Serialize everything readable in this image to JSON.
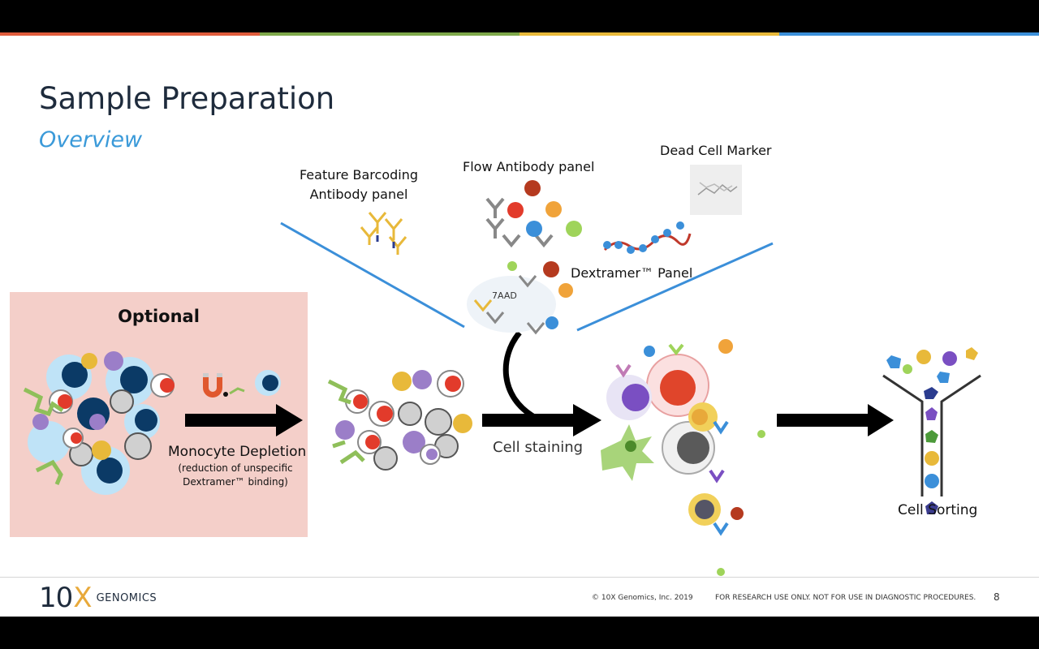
{
  "slide": {
    "title": "Sample Preparation",
    "subtitle": "Overview",
    "page_number": "8"
  },
  "top_bar_colors": [
    "#e05c3c",
    "#7ea84a",
    "#e8b93a",
    "#3b8fd9"
  ],
  "labels": {
    "optional": "Optional",
    "monocyte_depletion": "Monocyte Depletion",
    "depletion_note_line1": "(reduction of unspecific",
    "depletion_note_line2": "Dextramer™ binding)",
    "feature_barcoding_line1": "Feature Barcoding",
    "feature_barcoding_line2": "Antibody panel",
    "flow_antibody_panel": "Flow Antibody panel",
    "dead_cell_marker": "Dead Cell Marker",
    "dextramer_panel": "Dextramer™  Panel",
    "seven_aad": "7AAD",
    "cell_staining": "Cell staining",
    "cell_sorting": "Cell Sorting"
  },
  "footer": {
    "logo_number": "10",
    "logo_x": "X",
    "logo_word": "GENOMICS",
    "copyright": "© 10X Genomics, Inc. 2019",
    "disclaimer": "FOR RESEARCH USE ONLY. NOT FOR USE IN DIAGNOSTIC PROCEDURES."
  },
  "icons": [
    "magnet-icon",
    "antibody-icon",
    "fluorophore-icon",
    "cell-icon",
    "funnel-icon"
  ]
}
